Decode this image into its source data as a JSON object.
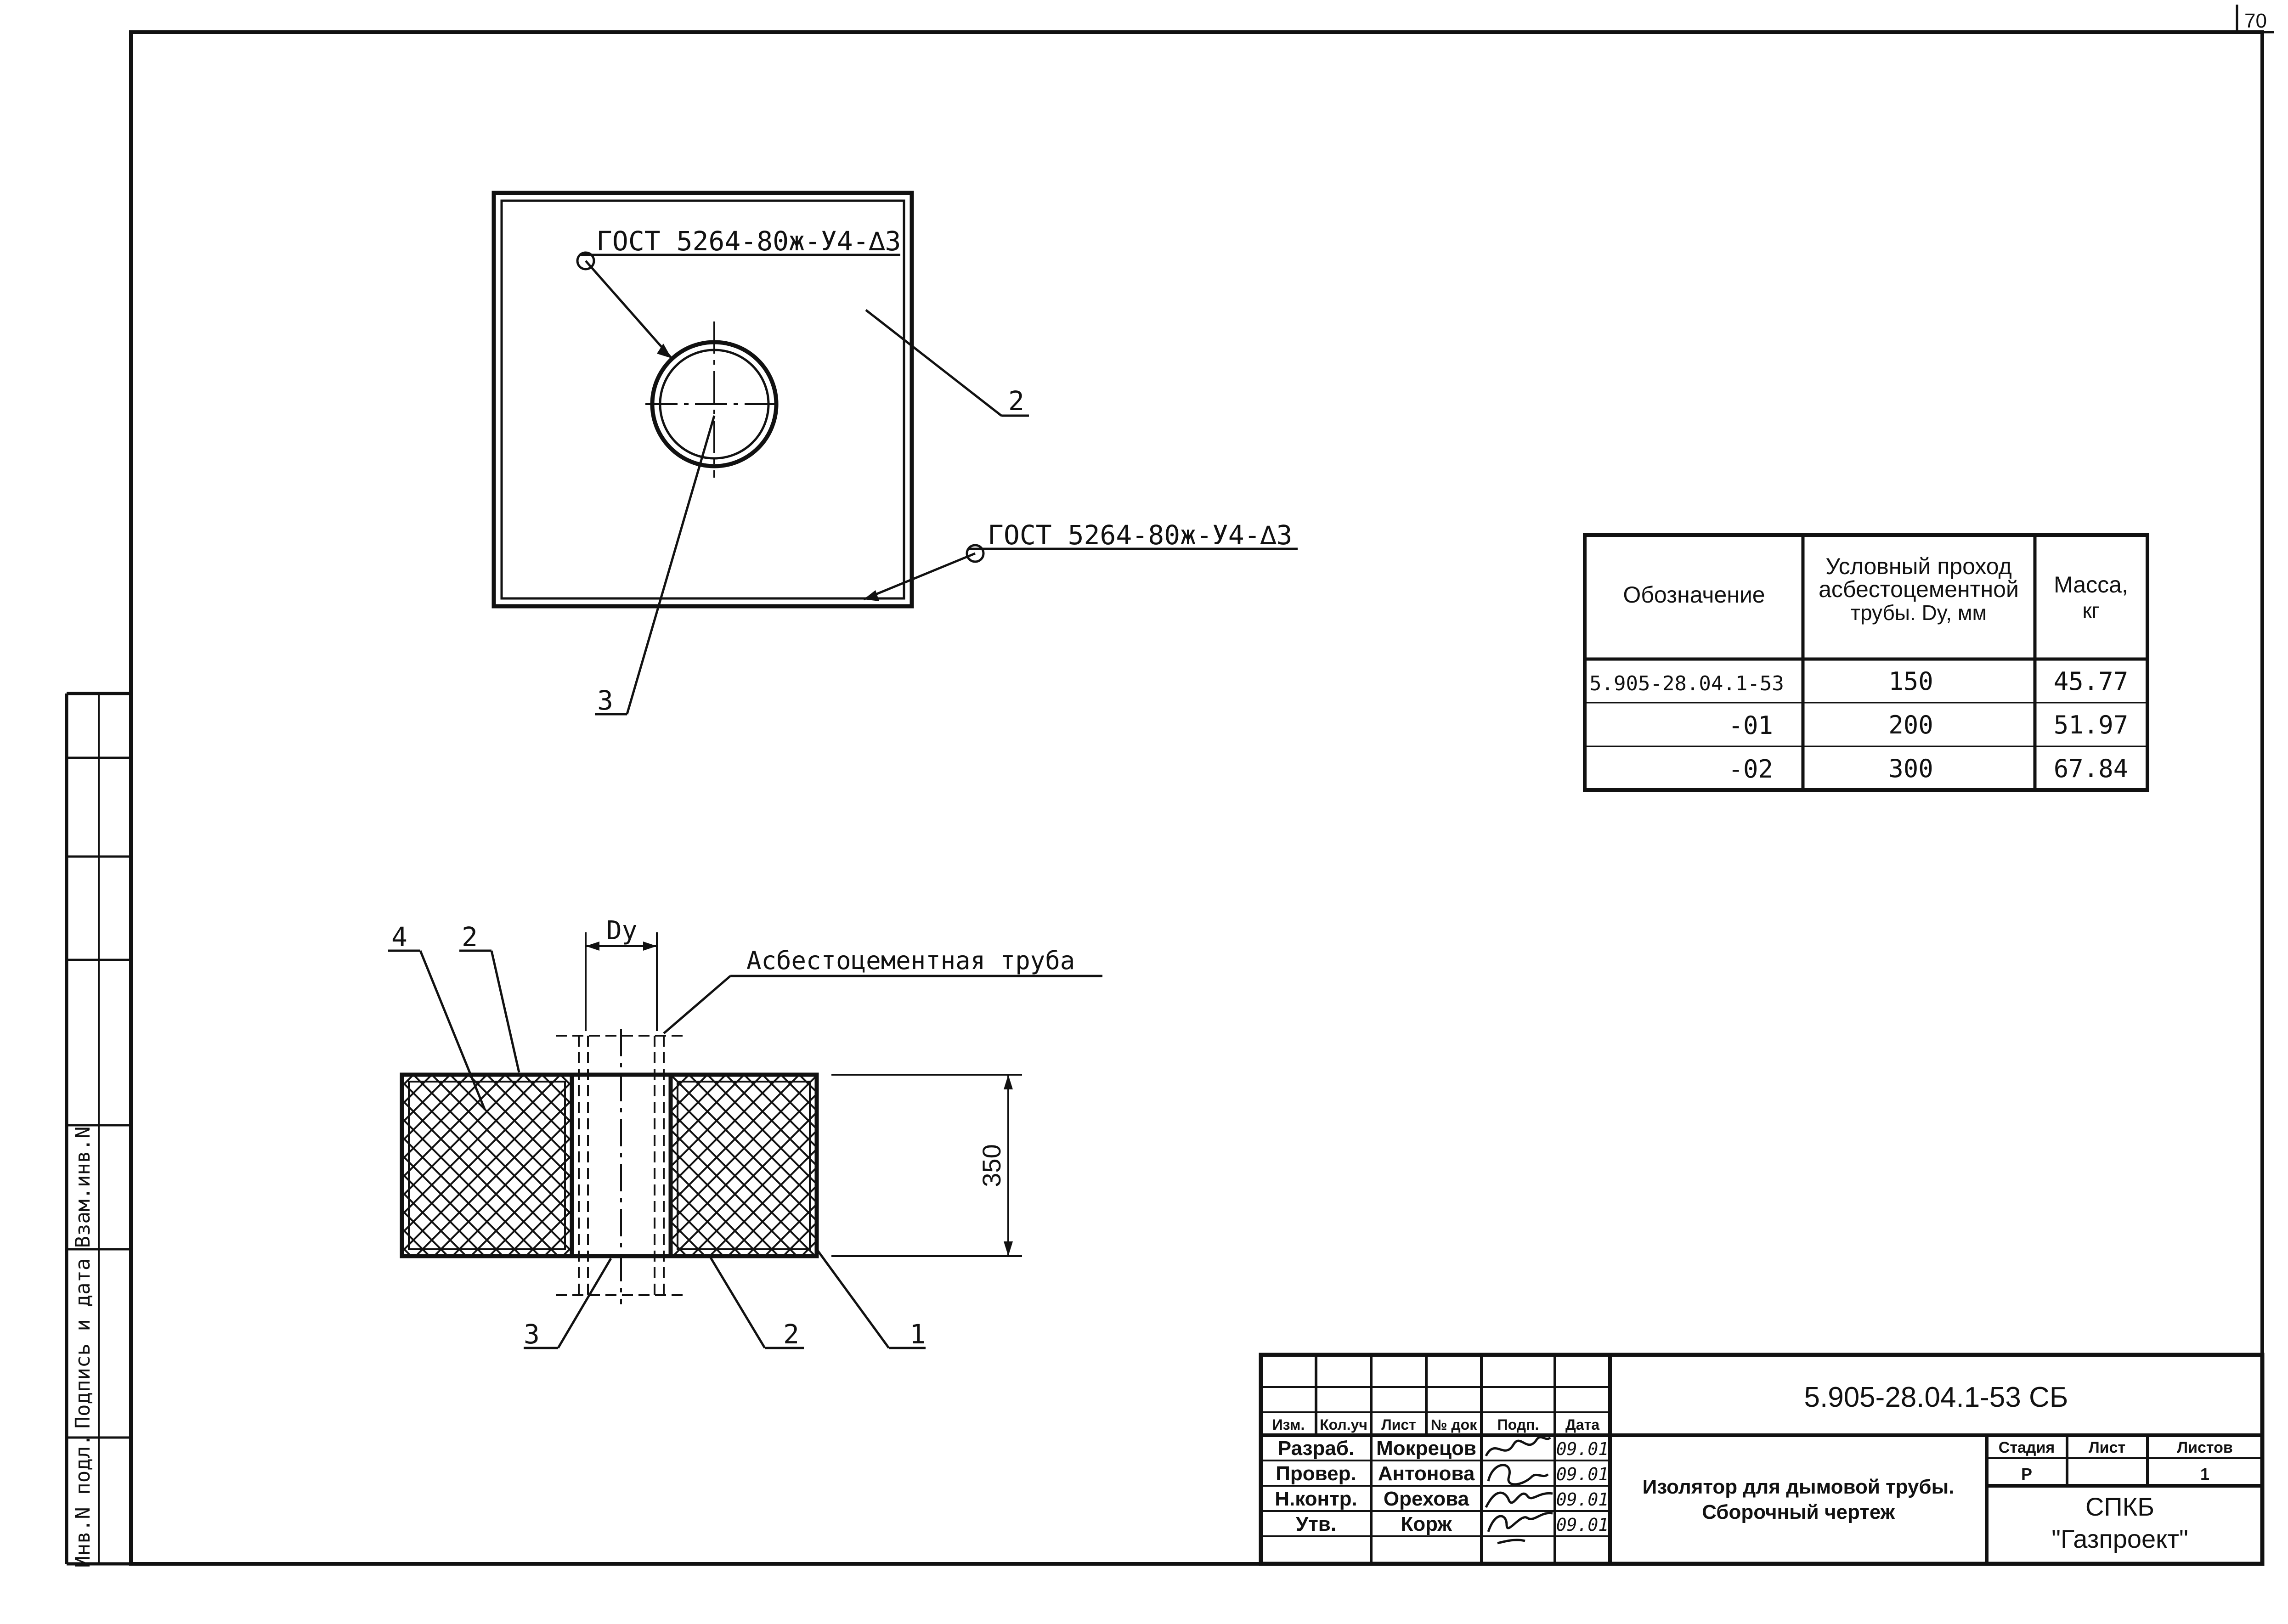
{
  "page_number": "70",
  "top_view": {
    "weld_note_inner": "ГОСТ 5264-80ж-У4-∆3",
    "weld_note_outer": "ГОСТ 5264-80ж-У4-∆3",
    "callout_plate": "2",
    "callout_pipe": "3"
  },
  "section_view": {
    "label_dy": "Dy",
    "pipe_label": "Асбестоцементная труба",
    "callout_4": "4",
    "callout_2_top": "2",
    "callout_3": "3",
    "callout_2_bottom": "2",
    "callout_1": "1",
    "height_dim": "350"
  },
  "variants_table": {
    "headers": {
      "designation": "Обозначение",
      "dy_line1": "Условный проход",
      "dy_line2": "асбестоцементной",
      "dy_line3": "трубы. Dy, мм",
      "mass_line1": "Масса,",
      "mass_line2": "кг"
    },
    "rows": [
      {
        "designation": "5.905-28.04.1-53",
        "dy": "150",
        "mass": "45.77"
      },
      {
        "designation": "-01",
        "dy": "200",
        "mass": "51.97"
      },
      {
        "designation": "-02",
        "dy": "300",
        "mass": "67.84"
      }
    ]
  },
  "side_stamp": {
    "inv_podl": "Инв.N подл.",
    "podpis_data": "Подпись и дата",
    "vzam_inv": "Взам.инв.N"
  },
  "title_block": {
    "document_code": "5.905-28.04.1-53 СБ",
    "title_line1": "Изолятор для дымовой трубы.",
    "title_line2": "Сборочный чертеж",
    "col_headers": [
      "Изм.",
      "Кол.уч",
      "Лист",
      "№ док",
      "Подп.",
      "Дата"
    ],
    "roles": [
      {
        "role": "Разраб.",
        "name": "Мокрецов",
        "date": "09.01"
      },
      {
        "role": "Провер.",
        "name": "Антонова",
        "date": "09.01"
      },
      {
        "role": "Н.контр.",
        "name": "Орехова",
        "date": "09.01"
      },
      {
        "role": "Утв.",
        "name": "Корж",
        "date": "09.01"
      }
    ],
    "stage_header": "Стадия",
    "sheet_header": "Лист",
    "sheets_header": "Листов",
    "stage_value": "Р",
    "sheets_value": "1",
    "org_line1": "СПКБ",
    "org_line2": "\"Газпроект\""
  }
}
